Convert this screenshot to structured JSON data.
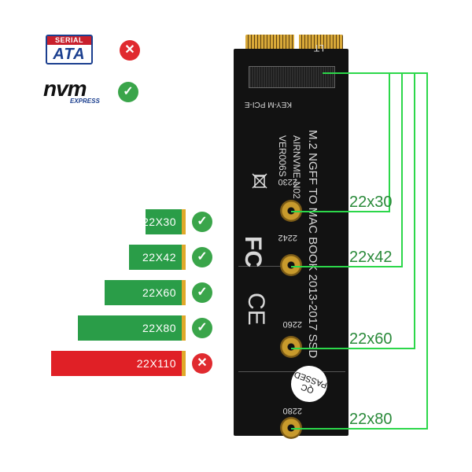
{
  "logos": {
    "sata": {
      "top_text": "SERIAL",
      "main_text": "ATA",
      "status_icon": "cross-icon"
    },
    "nvme": {
      "main_text": "nvm",
      "sub_text": "EXPRESS",
      "status_icon": "check-icon"
    }
  },
  "icons": {
    "check": "✓",
    "cross": "✕"
  },
  "sizes": [
    {
      "label": "22X30",
      "supported": true,
      "width_fraction": 0.3
    },
    {
      "label": "22X42",
      "supported": true,
      "width_fraction": 0.42
    },
    {
      "label": "22X60",
      "supported": true,
      "width_fraction": 0.6
    },
    {
      "label": "22X80",
      "supported": true,
      "width_fraction": 0.8
    },
    {
      "label": "22X110",
      "supported": false,
      "width_fraction": 1.0
    }
  ],
  "board": {
    "title": "M.2 NGFF TO MAC BOOK  2013-2017 SSD",
    "model": "AIRNVME-N02",
    "version": "VER006S",
    "key": "KEY-M PCI-E",
    "lt_mark": "LT",
    "screw_labels": [
      "2230",
      "2242",
      "2260",
      "2280"
    ],
    "qc": [
      "QC",
      "PASSED"
    ],
    "fc_mark": "FC",
    "ce_mark": "CE"
  },
  "length_labels": [
    "22x30",
    "22x42",
    "22x60",
    "22x80"
  ],
  "colors": {
    "supported": "#2a9d48",
    "unsupported": "#e02026",
    "leader_line": "#2cd74a",
    "check_badge": "#3aa54a",
    "cross_badge": "#e02a2f"
  }
}
